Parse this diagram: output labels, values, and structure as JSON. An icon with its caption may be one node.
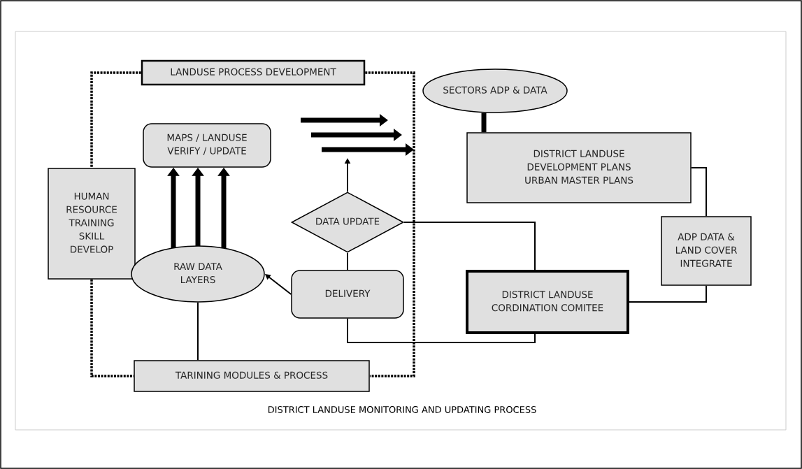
{
  "diagram": {
    "caption": "DISTRICT LANDUSE MONITORING AND UPDATING PROCESS",
    "nodes": [
      {
        "text": [
          "LANDUSE PROCESS DEVELOPMENT"
        ]
      },
      {
        "text": [
          "MAPS / LANDUSE VERIFY / UPDATE"
        ]
      },
      {
        "text": [
          "HUMAN RESOURCE TRAINING SKILL DEVELOP"
        ]
      },
      {
        "text": [
          "DATA UPDATE"
        ]
      },
      {
        "text": [
          "RAW DATA LAYERS"
        ]
      },
      {
        "text": [
          "DELIVERY"
        ]
      },
      {
        "text": [
          "TARINING MODULES & PROCESS"
        ]
      },
      {
        "text": [
          "SECTORS ADP & DATA"
        ]
      },
      {
        "text": [
          "DISTRICT LANDUSE DEVELOPMENT PLANS URBAN MASTER PLANS"
        ]
      },
      {
        "text": [
          "ADP DATA & LAND COVER INTEGRATE"
        ]
      },
      {
        "text": [
          "DISTRICT LANDUSE CORDINATION COMITEE"
        ]
      }
    ],
    "edges": [
      {
        "from": 0,
        "to": 2,
        "arrow": "none",
        "style": "dashed"
      },
      {
        "from": 2,
        "to": 6,
        "arrow": "none",
        "style": "dashed"
      },
      {
        "from": 0,
        "to": 6,
        "arrow": "none",
        "style": "dashed"
      },
      {
        "from": 4,
        "to": 1,
        "arrow": "to",
        "style": "thick"
      },
      {
        "from": 4,
        "to": 1,
        "arrow": "to",
        "style": "thick"
      },
      {
        "from": 4,
        "to": 1,
        "arrow": "to",
        "style": "thick"
      },
      {
        "from": 3,
        "to": null,
        "arrow": "to"
      },
      {
        "from": 5,
        "to": 3,
        "arrow": "none"
      },
      {
        "from": 5,
        "to": 4,
        "arrow": "to"
      },
      {
        "from": 4,
        "to": 6,
        "arrow": "none"
      },
      {
        "from": 3,
        "to": 10,
        "arrow": "none"
      },
      {
        "from": 5,
        "to": 10,
        "arrow": "none"
      },
      {
        "from": 7,
        "to": 8,
        "arrow": "none",
        "style": "thick"
      },
      {
        "from": 8,
        "to": 9,
        "arrow": "none"
      },
      {
        "from": 9,
        "to": 10,
        "arrow": "none"
      }
    ]
  }
}
